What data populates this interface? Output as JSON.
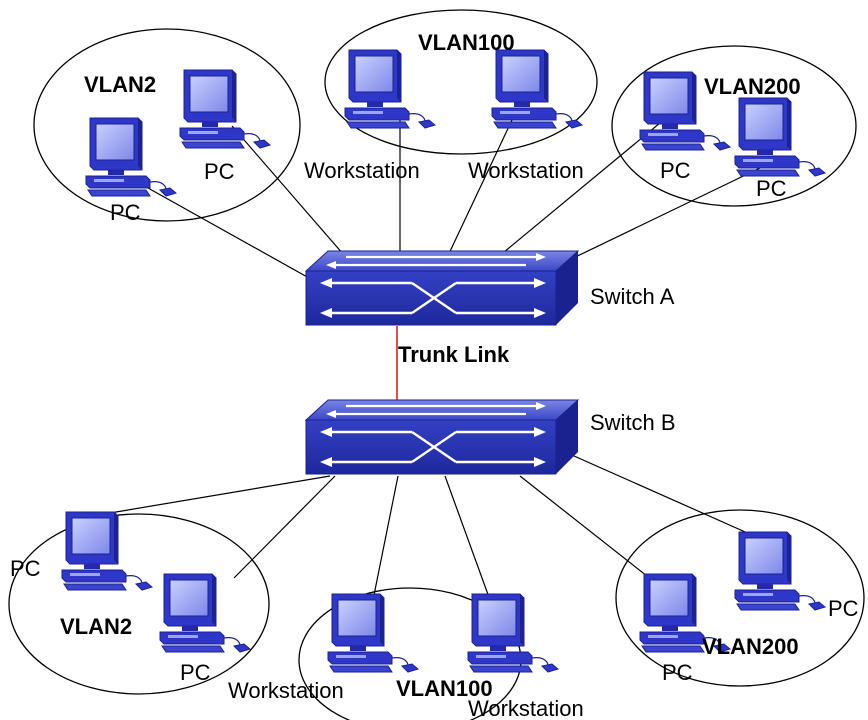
{
  "groups": {
    "top_left_vlan": "VLAN2",
    "top_mid_vlan": "VLAN100",
    "top_right_vlan": "VLAN200",
    "bot_left_vlan": "VLAN2",
    "bot_mid_vlan": "VLAN100",
    "bot_right_vlan": "VLAN200"
  },
  "devices": {
    "tl_pc1": "PC",
    "tl_pc2": "PC",
    "tm_ws1": "Workstation",
    "tm_ws2": "Workstation",
    "tr_pc1": "PC",
    "tr_pc2": "PC",
    "bl_pc1": "PC",
    "bl_pc2": "PC",
    "bm_ws1": "Workstation",
    "bm_ws2": "Workstation",
    "br_pc1": "PC",
    "br_pc2": "PC"
  },
  "switches": {
    "a": "Switch A",
    "b": "Switch B"
  },
  "trunk_label": "Trunk Link",
  "colors": {
    "switch_top": "#5f6dd8",
    "switch_front": "#2a37b8",
    "switch_side": "#1a2290",
    "computer": "#2e37c8",
    "trunk": "#e00000"
  }
}
